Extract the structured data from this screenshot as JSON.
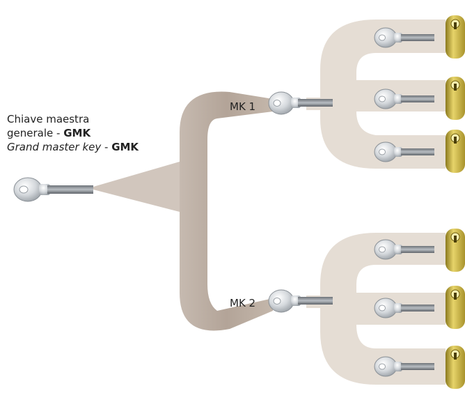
{
  "caption": {
    "line1": "Chiave maestra",
    "line2_prefix": "generale - ",
    "line2_code": "GMK",
    "line3_prefix": "Grand master key",
    "line3_sep": " - ",
    "line3_code": "GMK"
  },
  "master_keys": [
    {
      "label": "MK 1"
    },
    {
      "label": "MK 2"
    }
  ],
  "icons": {
    "grand_master": "key-icon",
    "master": "key-icon",
    "sub_key": "key-icon",
    "cylinder": "lock-cylinder-icon"
  },
  "colors": {
    "trunk": "#b9aba0",
    "branch": "#e4dcd3",
    "brass": "#c8b23c",
    "key_silver": "#c9cdd1",
    "text": "#222222"
  }
}
